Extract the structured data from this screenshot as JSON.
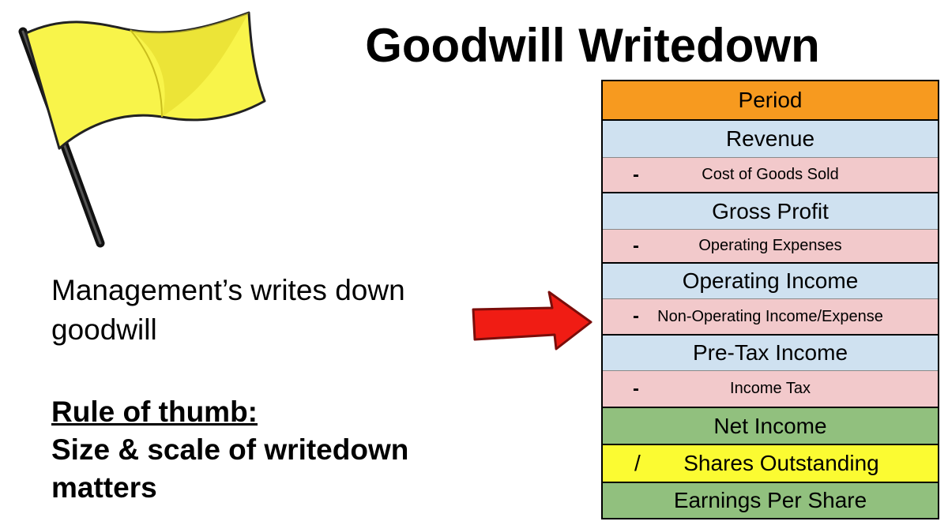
{
  "title": "Goodwill Writedown",
  "description": "Management’s writes down goodwill",
  "rule_of_thumb": {
    "heading": "Rule of thumb:",
    "text": "Size & scale of writedown matters"
  },
  "income_statement": {
    "rows": [
      {
        "label": "Period",
        "operator": "",
        "color": "#f79a1f"
      },
      {
        "label": "Revenue",
        "operator": "",
        "color": "#cfe1f0"
      },
      {
        "label": "Cost of Goods Sold",
        "operator": "-",
        "color": "#f2c9cb"
      },
      {
        "label": "Gross Profit",
        "operator": "",
        "color": "#cfe1f0"
      },
      {
        "label": "Operating Expenses",
        "operator": "-",
        "color": "#f2c9cb"
      },
      {
        "label": "Operating Income",
        "operator": "",
        "color": "#cfe1f0"
      },
      {
        "label": "Non-Operating Income/Expense",
        "operator": "-",
        "color": "#f2c9cb"
      },
      {
        "label": "Pre-Tax Income",
        "operator": "",
        "color": "#cfe1f0"
      },
      {
        "label": "Income Tax",
        "operator": "-",
        "color": "#f2c9cb"
      },
      {
        "label": "Net Income",
        "operator": "",
        "color": "#91c07e"
      },
      {
        "label": "Shares Outstanding",
        "operator": "/",
        "color": "#fbfb32"
      },
      {
        "label": "Earnings Per Share",
        "operator": "",
        "color": "#91c07e"
      }
    ]
  },
  "icons": {
    "flag": "yellow-flag-icon",
    "arrow": "red-arrow-icon"
  },
  "colors": {
    "flag_yellow": "#f8f44a",
    "arrow_red": "#f01c14",
    "period_orange": "#f79a1f",
    "subtotal_blue": "#cfe1f0",
    "deduction_pink": "#f2c9cb",
    "result_green": "#91c07e",
    "shares_yellow": "#fbfb32"
  }
}
